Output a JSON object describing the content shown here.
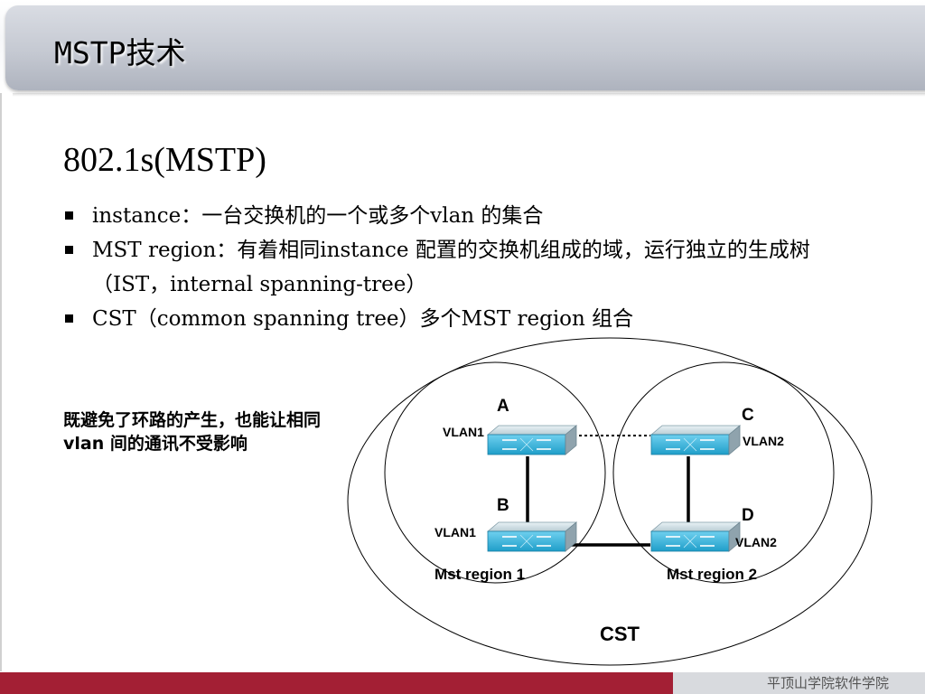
{
  "slide": {
    "title": "MSTP技术",
    "subtitle": "802.1s(MSTP)",
    "bullets": [
      "instance：一台交换机的一个或多个vlan 的集合",
      "MST region：有着相同instance 配置的交换机组成的域，运行独立的生成树（IST，internal spanning-tree）",
      "CST（common spanning tree）多个MST region 组合"
    ],
    "note": "既避免了环路的产生，也能让相同vlan 间的通讯不受影响"
  },
  "diagram": {
    "switches": [
      {
        "letter": "A",
        "vlan": "VLAN1"
      },
      {
        "letter": "B",
        "vlan": "VLAN1"
      },
      {
        "letter": "C",
        "vlan": "VLAN2"
      },
      {
        "letter": "D",
        "vlan": "VLAN2"
      }
    ],
    "regions": [
      "Mst region 1",
      "Mst region 2"
    ],
    "cst_label": "CST"
  },
  "footer": {
    "school": "平顶山学院软件学院"
  },
  "colors": {
    "footer_red": "#a31f34",
    "footer_gray": "#d8dade",
    "switch_body": "#3fb6dd",
    "title_bar": "#c5c9d2"
  }
}
